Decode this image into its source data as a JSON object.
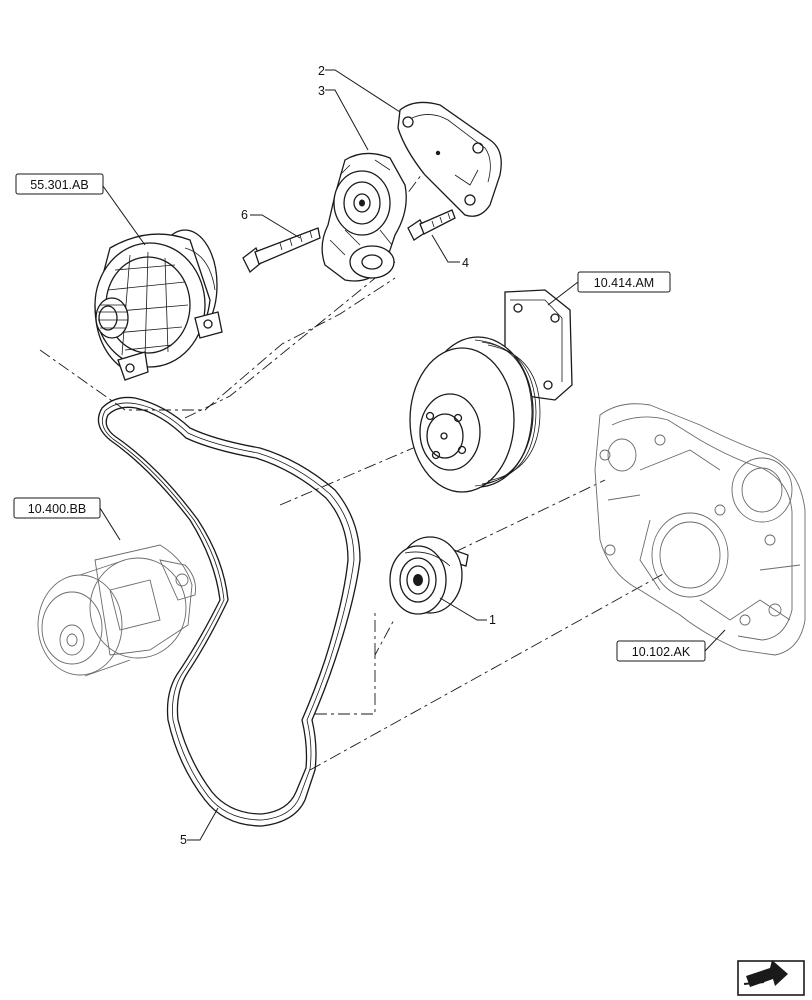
{
  "references": {
    "alternator": "55.301.AB",
    "fan_hub": "10.414.AM",
    "water_pump": "10.400.BB",
    "front_cover": "10.102.AK"
  },
  "item_numbers": {
    "idler_pulley": "1",
    "tensioner_bracket": "2",
    "belt_tensioner": "3",
    "bracket_screw": "4",
    "drive_belt": "5",
    "tensioner_bolt": "6"
  },
  "icons": {
    "navigation": "next-page-arrow-icon"
  }
}
